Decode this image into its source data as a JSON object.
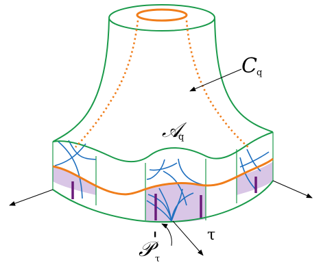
{
  "labels": {
    "c": "C",
    "c_sub": "q",
    "a": "𝒜",
    "a_sub": "q",
    "p": "𝒫",
    "p_prime": "'",
    "p_sub": "τ",
    "tau": "τ"
  },
  "colors": {
    "outline": "#1a9a4a",
    "curve": "#f07d1a",
    "arcs": "#1f6fbf",
    "shade": "#d9c6e6",
    "bars": "#6a1b7a",
    "ink": "#000000"
  }
}
